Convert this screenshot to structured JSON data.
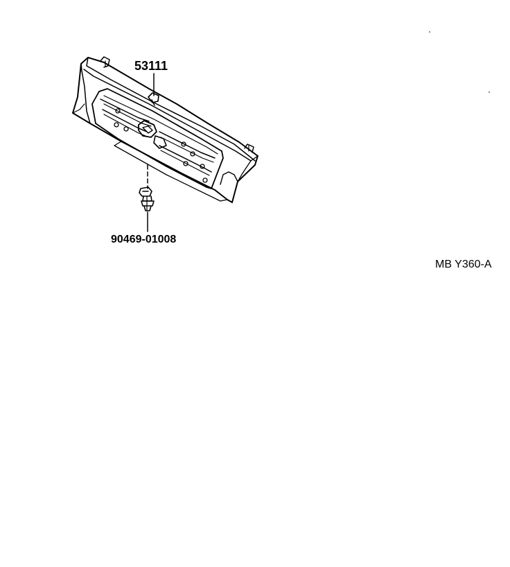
{
  "diagram": {
    "parts": [
      {
        "part_number": "53111",
        "part": "radiator-grille"
      },
      {
        "part_number": "90469-01008",
        "part": "clip"
      }
    ],
    "reference_code": "MB Y360-A",
    "line_color": "#000000",
    "background": "#ffffff"
  }
}
